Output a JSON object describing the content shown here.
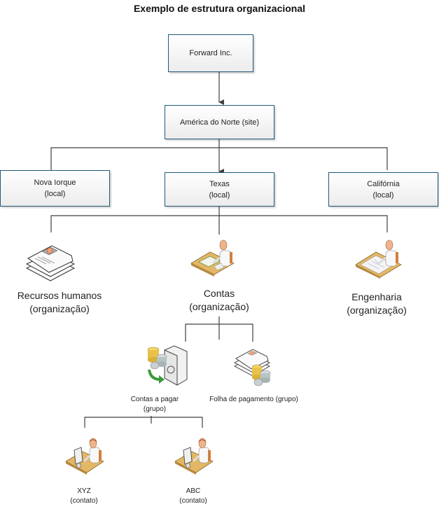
{
  "title": "Exemplo de estrutura organizacional",
  "colors": {
    "box_border": "#1f5a7a",
    "connector": "#404040",
    "desk": "#e3b765",
    "skin": "#f0b48c",
    "coin_gold": "#e8c24a",
    "arrow_green": "#3a9a3a"
  },
  "company": {
    "label": "Forward Inc."
  },
  "site": {
    "label": "América do Norte (site)"
  },
  "locations": [
    {
      "name": "Nova Iorque",
      "type": "(local)"
    },
    {
      "name": "Texas",
      "type": "(local)"
    },
    {
      "name": "Califórnia",
      "type": "(local)"
    }
  ],
  "organizations": [
    {
      "name": "Recursos humanos",
      "type": "(organização)",
      "icon": "documents-icon"
    },
    {
      "name": "Contas",
      "type": "(organização)",
      "icon": "person-at-desk-icon"
    },
    {
      "name": "Engenharia",
      "type": "(organização)",
      "icon": "engineer-at-desk-icon"
    }
  ],
  "groups": [
    {
      "name": "Contas a pagar",
      "type": "(grupo)",
      "icon": "safe-coins-icon"
    },
    {
      "name": "Folha de pagamento (grupo)",
      "type": "",
      "icon": "documents-coins-icon"
    }
  ],
  "contacts": [
    {
      "name": "XYZ",
      "type": "(contato)",
      "icon": "person-at-computer-icon"
    },
    {
      "name": "ABC",
      "type": "(contato)",
      "icon": "person-at-computer-icon"
    }
  ]
}
